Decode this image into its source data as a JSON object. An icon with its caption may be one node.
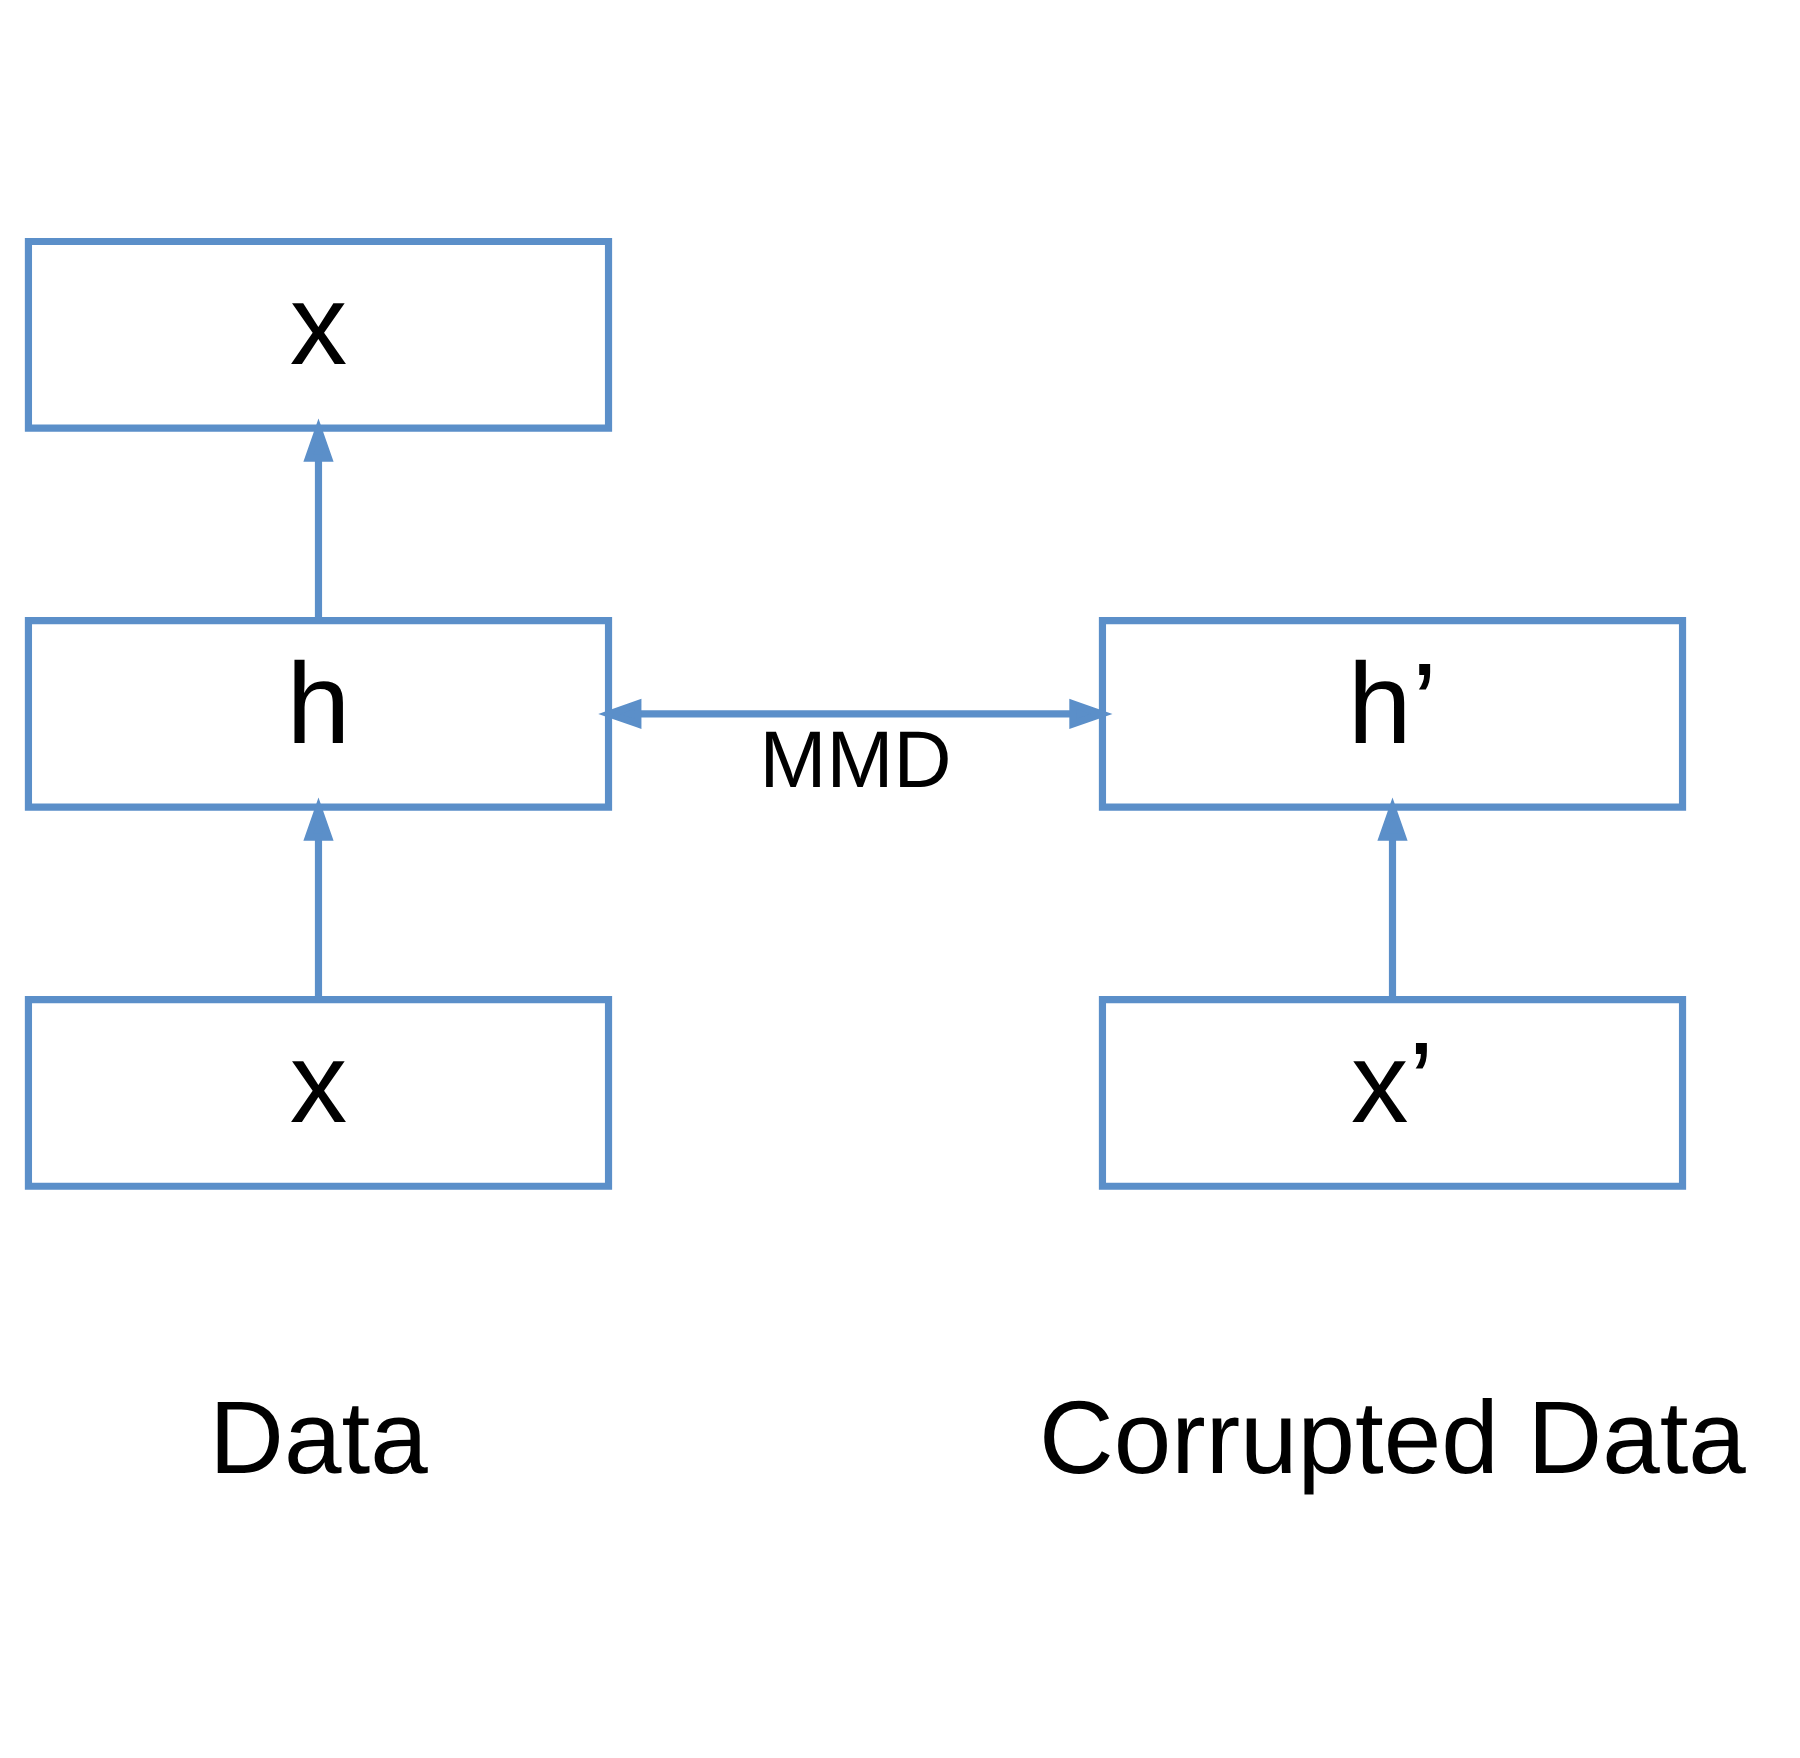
{
  "diagram": {
    "nodes": [
      {
        "text": [
          "x"
        ]
      },
      {
        "text": [
          "h"
        ]
      },
      {
        "text": [
          "h’"
        ]
      },
      {
        "text": [
          "x"
        ]
      },
      {
        "text": [
          "x’"
        ]
      }
    ],
    "edges": [
      {
        "from": 3,
        "to": 1,
        "arrow": "to"
      },
      {
        "from": 1,
        "to": 0,
        "arrow": "to"
      },
      {
        "from": 1,
        "to": 2,
        "arrow": "both",
        "label": "MMD"
      },
      {
        "from": 4,
        "to": 2,
        "arrow": "to"
      }
    ],
    "labels": [
      "Data",
      "Corrupted Data"
    ]
  }
}
